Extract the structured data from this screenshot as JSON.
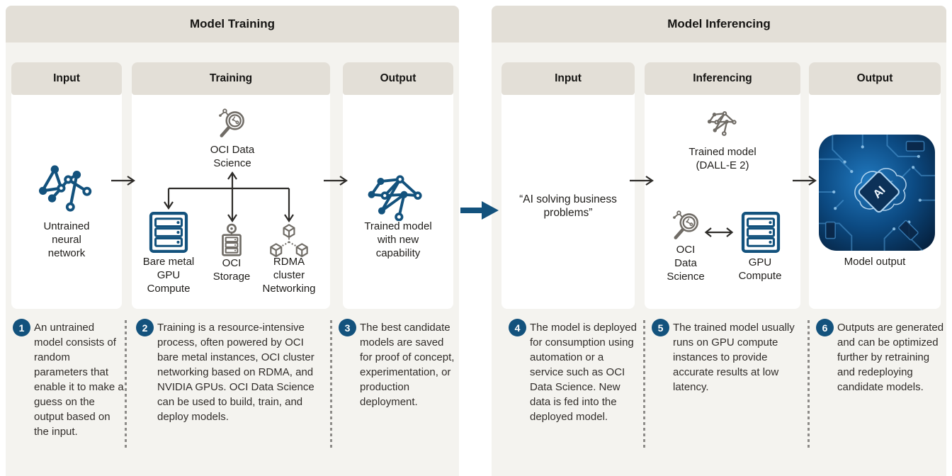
{
  "palette": {
    "accent_blue": "#13527d",
    "header_beige": "#e3dfd7",
    "section_bg": "#f4f3ef",
    "panel_white": "#ffffff",
    "icon_gray": "#706c66",
    "text_dark": "#312d2a"
  },
  "training": {
    "title": "Model Training",
    "input": {
      "header": "Input",
      "icon": "untrained-neural-network-icon",
      "label": "Untrained\nneural\nnetwork"
    },
    "process": {
      "header": "Training",
      "data_science": {
        "icon": "oci-data-science-icon",
        "label": "OCI Data\nScience"
      },
      "bare_metal": {
        "icon": "bare-metal-gpu-compute-icon",
        "label": "Bare metal\nGPU\nCompute"
      },
      "storage": {
        "icon": "oci-storage-icon",
        "label": "OCI\nStorage"
      },
      "rdma": {
        "icon": "rdma-cluster-networking-icon",
        "label": "RDMA\ncluster\nNetworking"
      }
    },
    "output": {
      "header": "Output",
      "icon": "trained-neural-network-icon",
      "label": "Trained model\nwith new\ncapability"
    }
  },
  "inferencing": {
    "title": "Model Inferencing",
    "input": {
      "header": "Input",
      "quote": "“AI solving business\nproblems”"
    },
    "process": {
      "header": "Inferencing",
      "trained_model": {
        "icon": "trained-model-icon",
        "label": "Trained model\n(DALL-E 2)"
      },
      "data_science": {
        "icon": "oci-data-science-icon",
        "label": "OCI\nData\nScience"
      },
      "gpu": {
        "icon": "gpu-compute-icon",
        "label": "GPU\nCompute"
      }
    },
    "output": {
      "header": "Output",
      "image": "ai-circuit-board-image",
      "chip_text": "AI",
      "label": "Model output"
    }
  },
  "annotations": [
    {
      "num": "1",
      "text": "An untrained model consists of random parameters that enable it to make a guess on the output based on the input."
    },
    {
      "num": "2",
      "text": "Training is a resource-intensive process, often powered by OCI bare metal instances, OCI cluster networking based on RDMA, and NVIDIA GPUs. OCI Data Science can be used to build, train, and deploy models."
    },
    {
      "num": "3",
      "text": "The best candidate models are saved for proof of concept, experimentation, or production deployment."
    },
    {
      "num": "4",
      "text": "The model is deployed for consumption using automation or a service such as OCI Data Science. New data is fed into the deployed model."
    },
    {
      "num": "5",
      "text": "The trained model usually runs on GPU compute instances to provide accurate results at low latency."
    },
    {
      "num": "6",
      "text": "Outputs are generated and can be optimized further by retraining and redeploying candidate models."
    }
  ]
}
